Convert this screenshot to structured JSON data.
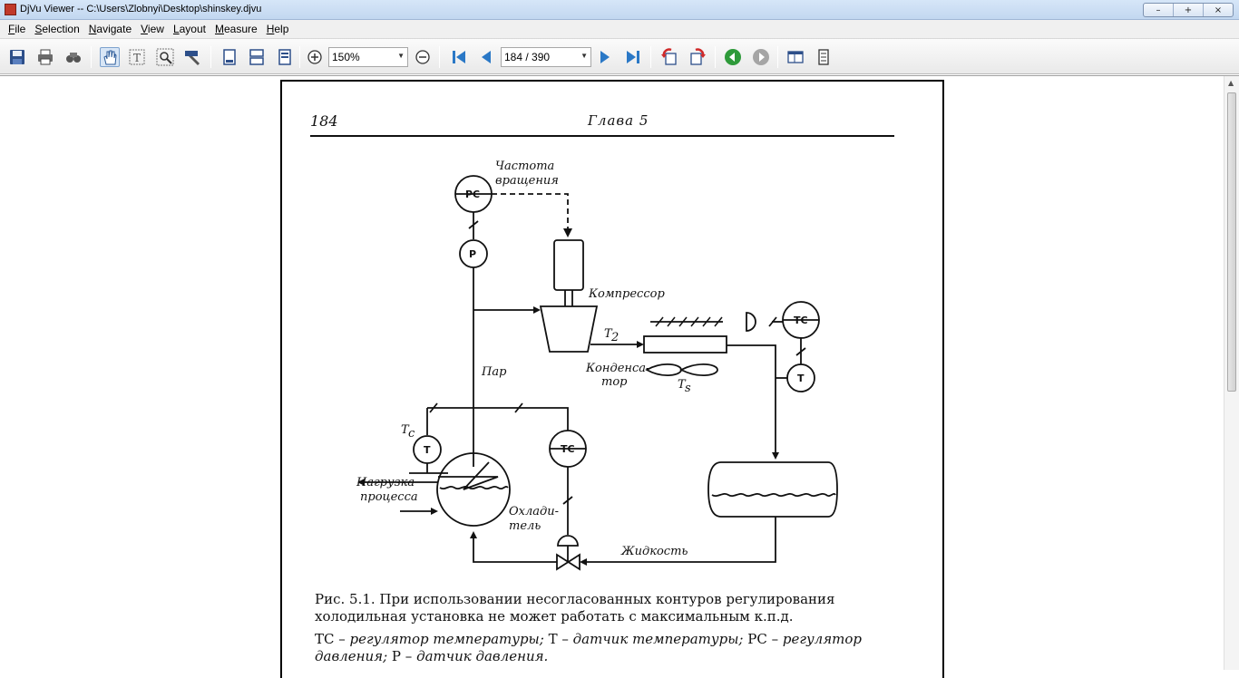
{
  "window": {
    "title": "DjVu Viewer -- C:\\Users\\Zlobnyi\\Desktop\\shinskey.djvu",
    "controls": {
      "minimize": "–",
      "maximize": "+",
      "close": "×"
    }
  },
  "menu": [
    {
      "label": "File",
      "underline": "F",
      "rest": "ile"
    },
    {
      "label": "Selection",
      "underline": "S",
      "rest": "election"
    },
    {
      "label": "Navigate",
      "underline": "N",
      "rest": "avigate"
    },
    {
      "label": "View",
      "underline": "V",
      "rest": "iew"
    },
    {
      "label": "Layout",
      "underline": "L",
      "rest": "ayout"
    },
    {
      "label": "Measure",
      "underline": "M",
      "rest": "easure"
    },
    {
      "label": "Help",
      "underline": "H",
      "rest": "elp"
    }
  ],
  "toolbar": {
    "zoom_value": "150%",
    "page_value": "184 / 390",
    "icons": [
      "save-icon",
      "print-icon",
      "find-icon",
      "hand-tool-icon",
      "text-select-icon",
      "zoom-select-icon",
      "region-select-icon",
      "single-page-icon",
      "continuous-icon",
      "facing-pages-icon",
      "zoom-in-icon",
      "zoom-out-icon",
      "first-page-icon",
      "prev-page-icon",
      "next-page-icon",
      "last-page-icon",
      "rotate-left-icon",
      "rotate-right-icon",
      "back-icon",
      "forward-icon",
      "sidebar-icon",
      "fullscreen-icon"
    ]
  },
  "page": {
    "number": "184",
    "chapter": "Глава 5",
    "diagram_labels": {
      "freq_line1": "Частота",
      "freq_line2": "вращения",
      "pc": "PC",
      "p": "P",
      "compressor": "Компрессор",
      "t2": "T",
      "t2_sub": "2",
      "tc_top": "TC",
      "t_right": "T",
      "condenser_line1": "Конденса-",
      "condenser_line2": "тор",
      "ts": "T",
      "ts_sub": "s",
      "steam": "Пар",
      "tc_label": "T",
      "tc_label_sub": "c",
      "t_left": "T",
      "tc_mid": "TC",
      "load_line1": "Нагрузка",
      "load_line2": "процесса",
      "coolant_line1": "Охлади-",
      "coolant_line2": "тель",
      "liquid": "Жидкость"
    },
    "caption_main": "Рис. 5.1. При использовании несогласованных контуров регулирования холодильная установка не может работать с максимальным к.п.д.",
    "caption_legend": {
      "tc_abbr": "TC –",
      "tc_text": "регулятор температуры;",
      "t_abbr": "T –",
      "t_text": "датчик температуры;",
      "pc_abbr": "PC –",
      "pc_text": "регулятор давления;",
      "p_abbr": "P –",
      "p_text": "датчик давления."
    }
  }
}
